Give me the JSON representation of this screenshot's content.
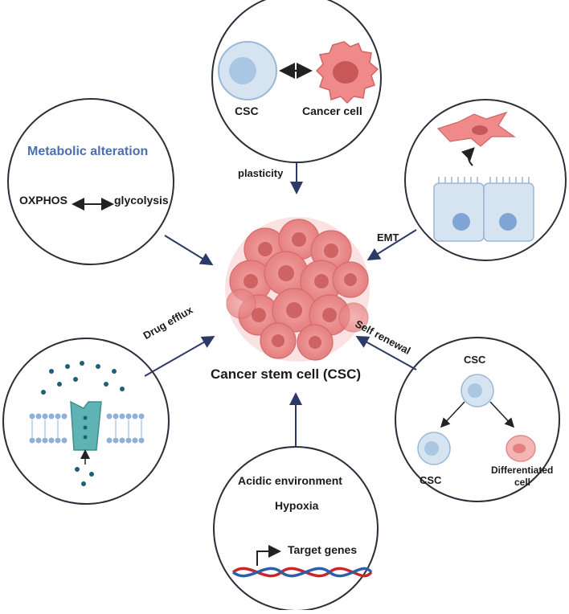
{
  "center": {
    "title": "Cancer stem cell (CSC)"
  },
  "plasticity": {
    "left_label": "CSC",
    "right_label": "Cancer cell",
    "arrow_label": "plasticity"
  },
  "metabolic": {
    "title": "Metabolic alteration",
    "left_term": "OXPHOS",
    "right_term": "glycolysis"
  },
  "emt": {
    "arrow_label": "EMT"
  },
  "drug_efflux": {
    "arrow_label": "Drug efflux"
  },
  "self_renewal": {
    "arrow_label": "Self renewal",
    "top_label": "CSC",
    "bottom_left_label": "CSC",
    "bottom_right_line1": "Differentiated",
    "bottom_right_line2": "cell"
  },
  "microenv": {
    "line1": "Acidic environment",
    "line2": "Hypoxia",
    "gene_label": "Target genes"
  },
  "colors": {
    "accent_blue": "#4a6fb5",
    "csc_fill": "#d6e4f2",
    "cancer_fill": "#ee8f8f",
    "dna_red": "#c8262b",
    "dna_blue": "#2d5fa8",
    "channel": "#5fb3b3"
  }
}
